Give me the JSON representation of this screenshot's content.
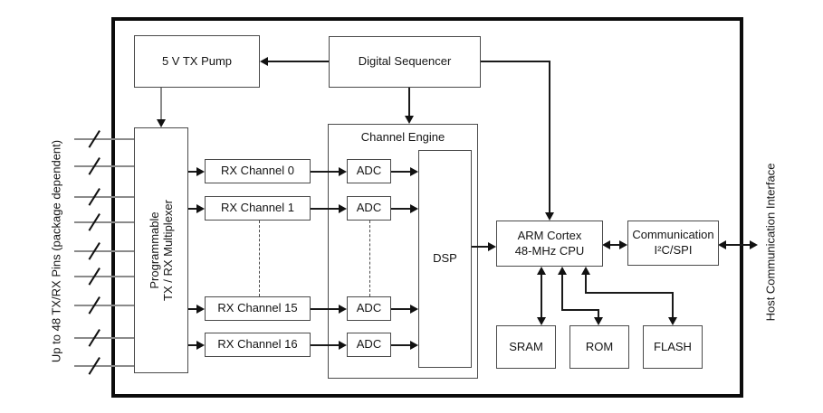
{
  "blocks": {
    "tx_pump": "5 V TX Pump",
    "digital_sequencer": "Digital Sequencer",
    "mux_line1": "Programmable",
    "mux_line2": "TX / RX Multiplexer",
    "channel_engine": "Channel Engine",
    "rx_channels": [
      "RX Channel 0",
      "RX Channel 1",
      "RX Channel 15",
      "RX Channel 16"
    ],
    "adc_label": "ADC",
    "dsp": "DSP",
    "cpu_line1": "ARM Cortex",
    "cpu_line2": "48-MHz CPU",
    "comm_line1": "Communication",
    "comm_line2": "I²C/SPI",
    "sram": "SRAM",
    "rom": "ROM",
    "flash": "FLASH"
  },
  "annotations": {
    "left_pins": "Up to 48 TX/RX Pins (package dependent)",
    "right_interface": "Host Communication Interface"
  },
  "colors": {
    "wire": "#1a1a1a",
    "gray_wire": "#8a8a8a",
    "box_border": "#4a4a4a",
    "chip_boundary": "#0c0c0c"
  }
}
